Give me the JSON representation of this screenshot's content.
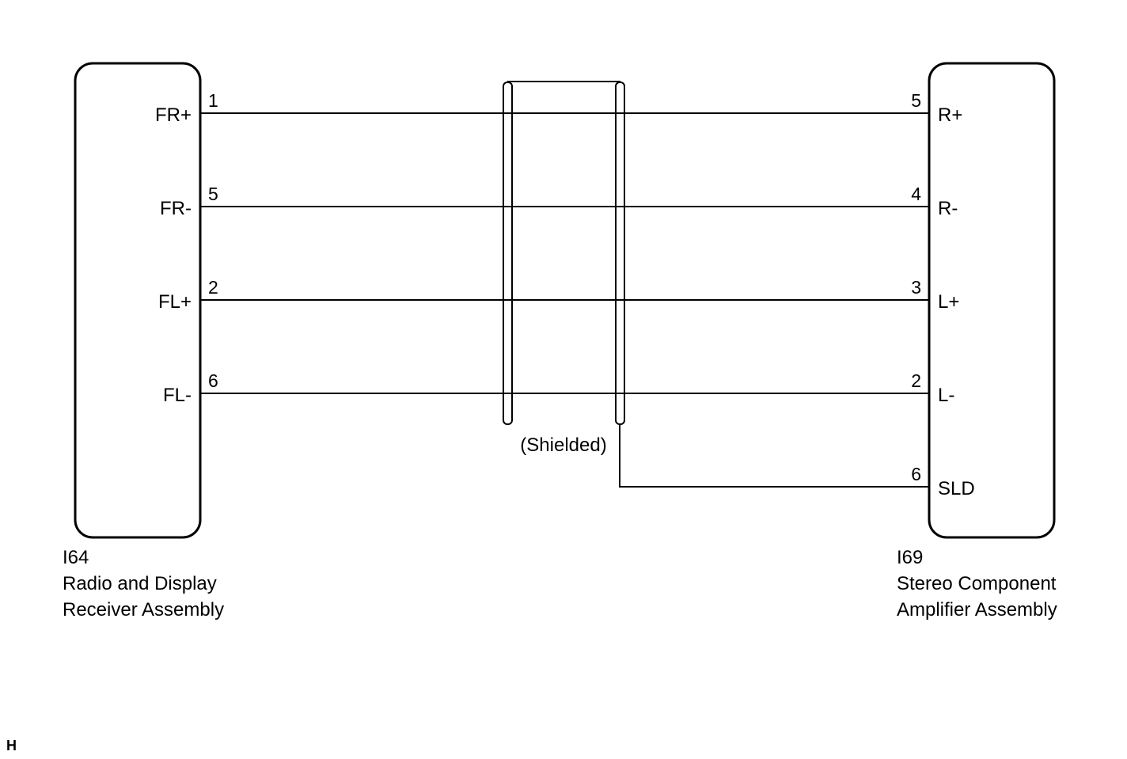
{
  "left_component": {
    "id": "I64",
    "name_line1": "Radio and Display",
    "name_line2": "Receiver Assembly"
  },
  "right_component": {
    "id": "I69",
    "name_line1": "Stereo Component",
    "name_line2": "Amplifier Assembly"
  },
  "wires": [
    {
      "left_terminal": "FR+",
      "left_pin": "1",
      "right_pin": "5",
      "right_terminal": "R+"
    },
    {
      "left_terminal": "FR-",
      "left_pin": "5",
      "right_pin": "4",
      "right_terminal": "R-"
    },
    {
      "left_terminal": "FL+",
      "left_pin": "2",
      "right_pin": "3",
      "right_terminal": "L+"
    },
    {
      "left_terminal": "FL-",
      "left_pin": "6",
      "right_pin": "2",
      "right_terminal": "L-"
    }
  ],
  "shield": {
    "label": "(Shielded)",
    "drain_pin": "6",
    "drain_terminal": "SLD"
  },
  "corner_mark": "H"
}
